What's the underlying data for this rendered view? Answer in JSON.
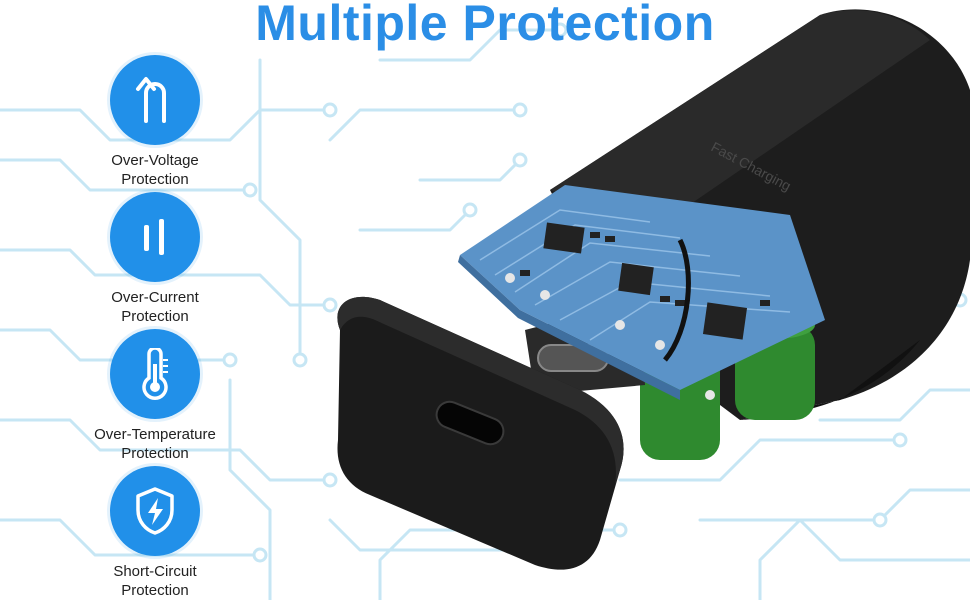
{
  "title": "Multiple Protection",
  "features": [
    {
      "line1": "Over-Voltage",
      "line2": "Protection",
      "icon": "voltage-arrow-icon"
    },
    {
      "line1": "Over-Current",
      "line2": "Protection",
      "icon": "current-bars-icon"
    },
    {
      "line1": "Over-Temperature",
      "line2": "Protection",
      "icon": "thermometer-icon"
    },
    {
      "line1": "Short-Circuit",
      "line2": "Protection",
      "icon": "shield-bolt-icon"
    }
  ],
  "product": {
    "case_text": "Fast Charging"
  },
  "colors": {
    "accent": "#2190e9",
    "title": "#2b8ee6",
    "circuit": "#bfe3f3",
    "case": "#1a1a1a",
    "pcb": "#5b93c8",
    "capacitor": "#2f8a2f"
  }
}
